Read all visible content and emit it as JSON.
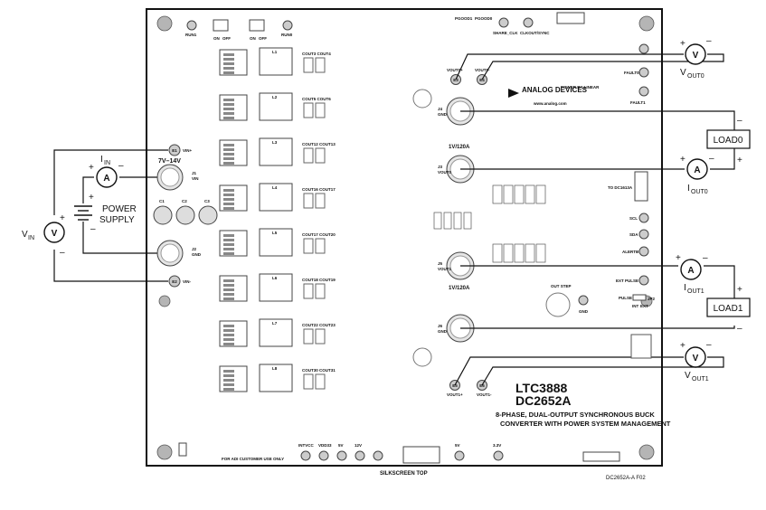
{
  "board": {
    "part_number": "LTC3888",
    "board_number": "DC2652A",
    "description_line1": "8-PHASE, DUAL-OUTPUT SYNCHRONOUS BUCK",
    "description_line2": "CONVERTER WITH POWER SYSTEM MANAGEMENT",
    "silkscreen": "SILKSCREEN TOP",
    "figure_id": "DC2652A-A F02",
    "customer_note": "FOR ADI CUSTOMER USE ONLY",
    "logo_brand": "ANALOG DEVICES",
    "logo_power_by": "POWER BY LINEAR",
    "website": "www.analog.com"
  },
  "input": {
    "vin_range": "7V–14V",
    "j1_label": "J1",
    "j1_sub": "VIN",
    "j2_label": "J2",
    "j2_sub": "GND",
    "e1_label": "E1",
    "e1_sub": "VIN+",
    "e2_label": "E2",
    "e2_sub": "VIN-"
  },
  "outputs": {
    "j4_label": "J4",
    "j4_sub": "GND",
    "j3_label": "J3",
    "j3_sub": "VOUT0",
    "j5_label": "J5",
    "j5_sub": "VOUT1",
    "j6_label": "J6",
    "j6_sub": "GND",
    "rating0": "1V/120A",
    "rating1": "1V/120A",
    "e3_label": "E3",
    "e3_sub": "VOUT0+",
    "e4_label": "E4",
    "e4_sub": "VOUT0-",
    "e5_label": "E5",
    "e5_sub": "VOUT1+",
    "e6_label": "E6",
    "e6_sub": "VOUT1-"
  },
  "external": {
    "vin": "V",
    "vin_sub": "IN",
    "iin": "I",
    "iin_sub": "IN",
    "power_supply_line1": "POWER",
    "power_supply_line2": "SUPPLY",
    "vout0": "V",
    "vout0_sub": "OUT0",
    "iout0": "I",
    "iout0_sub": "OUT0",
    "load0": "LOAD0",
    "vout1": "V",
    "vout1_sub": "OUT1",
    "iout1": "I",
    "iout1_sub": "OUT1",
    "load1": "LOAD1",
    "plus": "+",
    "minus": "–",
    "voltmeter": "V",
    "ammeter": "A"
  },
  "signals": {
    "scl": "SCL",
    "sda": "SDA",
    "alert": "ALERTB",
    "ext_pulse": "EXT PULSE",
    "pulse": "PULSE",
    "int": "INT",
    "ext": "EXT",
    "jp2": "JP2",
    "out_step": "OUT STEP",
    "to_dc1613a": "TO DC1613A",
    "share_clk": "SHARE_CLK",
    "clkout_sync": "CLKOUT/SYNC",
    "pgood0": "PGOOD0",
    "pgood1": "PGOOD1",
    "fault0": "FAULT0",
    "fault1": "FAULT1",
    "run0": "RUN0",
    "run1": "RUN1",
    "on": "ON",
    "off": "OFF",
    "intvcc": "INTVCC",
    "vdd33": "VDD33",
    "v33": "3.3V",
    "v5": "5V",
    "v12": "12V",
    "gnd": "GND"
  },
  "phases": [
    {
      "ind": "L1",
      "cap": "COUT3 COUT4"
    },
    {
      "ind": "L2",
      "cap": "COUT5 COUT6"
    },
    {
      "ind": "L3",
      "cap": "COUT12 COUT13"
    },
    {
      "ind": "L4",
      "cap": "COUT16 COUT17"
    },
    {
      "ind": "L5",
      "cap": "COUT17 COUT20"
    },
    {
      "ind": "L6",
      "cap": "COUT18 COUT19"
    },
    {
      "ind": "L7",
      "cap": "COUT22 COUT23"
    },
    {
      "ind": "L8",
      "cap": "COUT30 COUT31"
    }
  ],
  "caps": {
    "c1": "C1",
    "c2": "C2",
    "c3": "C3"
  }
}
